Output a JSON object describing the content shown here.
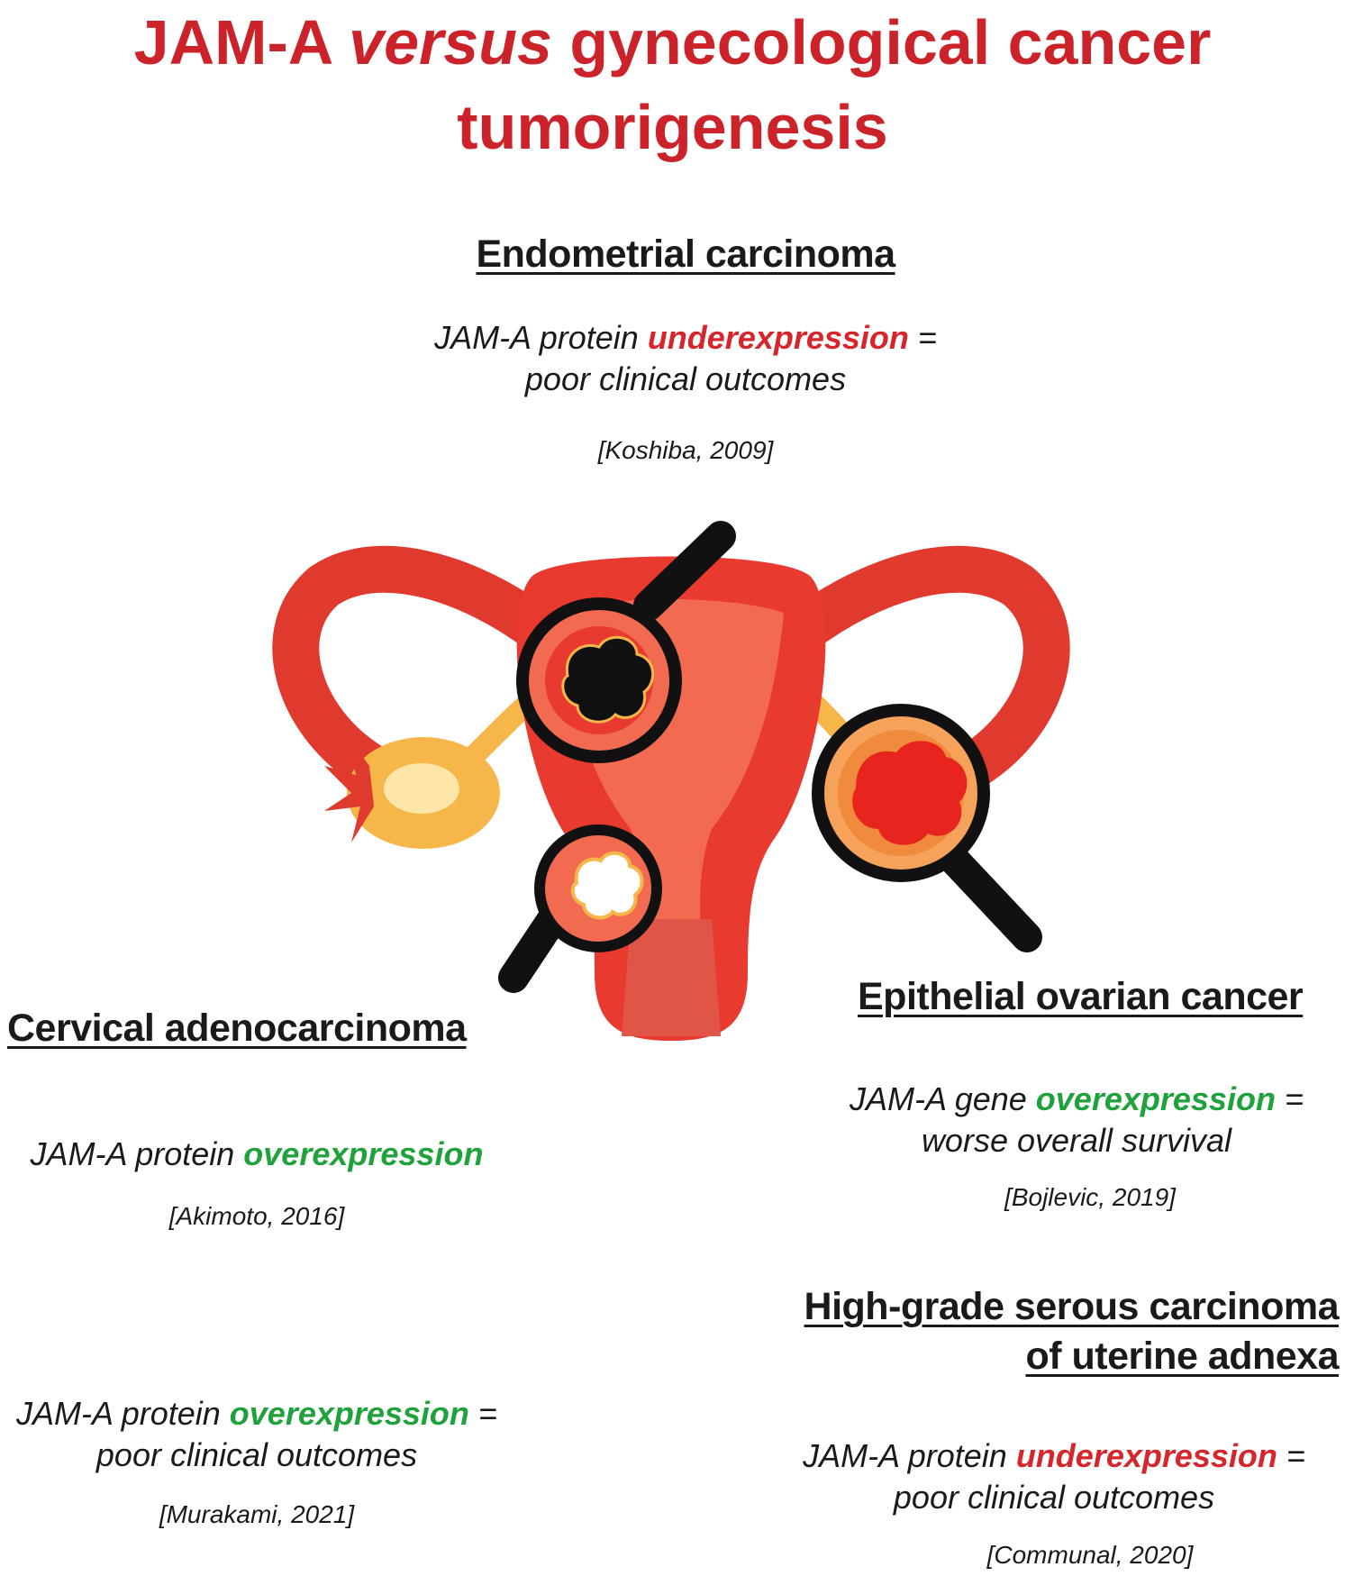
{
  "title": {
    "line1_pre": "JAM-A ",
    "line1_em": "versus",
    "line1_post": " gynecological cancer",
    "line2": "tumorigenesis"
  },
  "endometrial": {
    "heading": "Endometrial carcinoma",
    "l1_pre": "JAM-A protein ",
    "l1_hl": "underexpression",
    "l1_post": " =",
    "l2": "poor clinical outcomes",
    "ref": "[Koshiba, 2009]"
  },
  "cervical": {
    "heading": "Cervical adenocarcinoma",
    "s1_pre": "JAM-A protein ",
    "s1_hl": "overexpression",
    "ref1": "[Akimoto, 2016]",
    "s2_pre": "JAM-A protein ",
    "s2_hl": "overexpression",
    "s2_post": " =",
    "s2_l2": "poor clinical outcomes",
    "ref2": "[Murakami, 2021]"
  },
  "ovarian": {
    "heading": "Epithelial ovarian cancer",
    "l1_pre": "JAM-A gene ",
    "l1_hl": "overexpression",
    "l1_post": " =",
    "l2": "worse  overall survival",
    "ref": "[Bojlevic, 2019]"
  },
  "hgsc": {
    "heading1": "High-grade serous carcinoma",
    "heading2": "of uterine adnexa",
    "l1_pre": "JAM-A protein ",
    "l1_hl": "underexpression",
    "l1_post": " =",
    "l2": "poor clinical outcomes",
    "ref": "[Communal, 2020]"
  },
  "colors": {
    "title": "#cc2229",
    "underexpression": "#d7262b",
    "overexpression": "#1fa23c",
    "uterus": "#e83a2f",
    "ovary": "#f6b64a"
  },
  "icons": [
    "uterus-illustration",
    "magnifier-icon"
  ]
}
